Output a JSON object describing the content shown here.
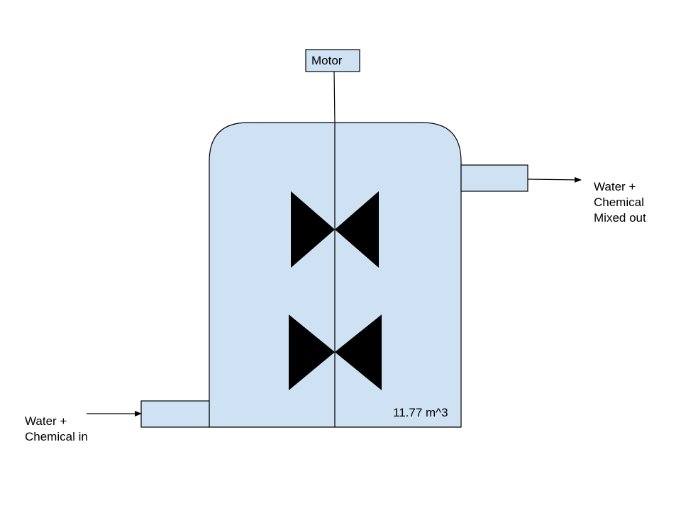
{
  "diagram": {
    "motor_label": "Motor",
    "inlet_label": "Water +\nChemical in",
    "outlet_label": "Water +\nChemical\nMixed out",
    "volume_label": "11.77 m^3"
  },
  "colors": {
    "fill": "#cfe2f3",
    "stroke": "#000000",
    "impeller": "#000000"
  }
}
